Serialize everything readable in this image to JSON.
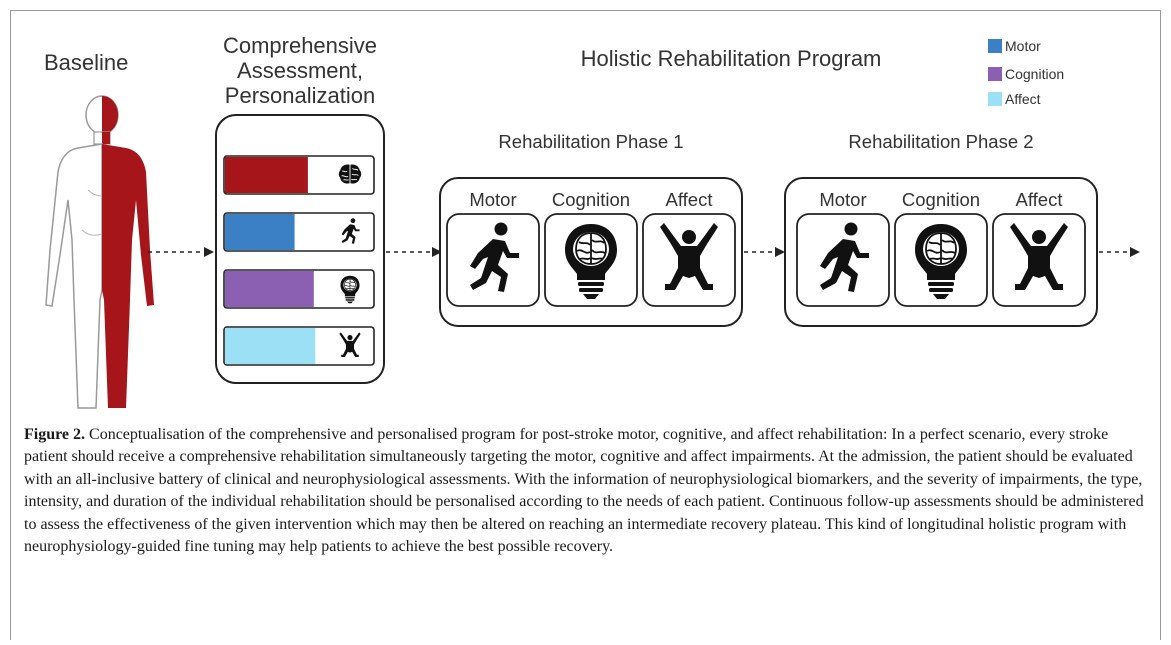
{
  "figure": {
    "baseline_label": "Baseline",
    "assessment_label_lines": [
      "Comprehensive",
      "Assessment,",
      "Personalization"
    ],
    "program_title": "Holistic Rehabilitation Program",
    "legend": [
      {
        "label": "Motor",
        "color": "#3b7fc4"
      },
      {
        "label": "Cognition",
        "color": "#8b5fb2"
      },
      {
        "label": "Affect",
        "color": "#9be0f5"
      }
    ],
    "assessment_bars": [
      {
        "name": "impairment",
        "color": "#a5151a",
        "fill": 0.56,
        "icon": "brain-icon"
      },
      {
        "name": "motor",
        "color": "#3b7fc4",
        "fill": 0.47,
        "icon": "runner-icon"
      },
      {
        "name": "cognition",
        "color": "#8b5fb2",
        "fill": 0.6,
        "icon": "lightbulb-brain-icon"
      },
      {
        "name": "affect",
        "color": "#9be0f5",
        "fill": 0.61,
        "icon": "jumping-person-icon"
      }
    ],
    "phases": [
      {
        "title": "Rehabilitation Phase 1",
        "domains": [
          "Motor",
          "Cognition",
          "Affect"
        ]
      },
      {
        "title": "Rehabilitation Phase 2",
        "domains": [
          "Motor",
          "Cognition",
          "Affect"
        ]
      }
    ],
    "impairment_color": "#a5151a"
  },
  "caption": {
    "label": "Figure 2.",
    "text": "Conceptualisation of the comprehensive and personalised program for post-stroke motor, cognitive, and affect rehabilitation: In a perfect scenario, every stroke patient should receive a comprehensive rehabilitation simultaneously targeting the motor, cognitive and affect impairments. At the admission, the patient should be evaluated with an all-inclusive battery of clinical and neurophysiological assessments. With the information of neurophysiological biomarkers, and the severity of impairments, the type, intensity, and duration of the individual rehabilitation should be personalised according to the needs of each patient. Continuous follow-up assessments should be administered to assess the effectiveness of the given intervention which may then be altered on reaching an intermediate recovery plateau. This kind of longitudinal holistic program with neurophysiology-guided fine tuning may help patients to achieve the best possible recovery."
  }
}
